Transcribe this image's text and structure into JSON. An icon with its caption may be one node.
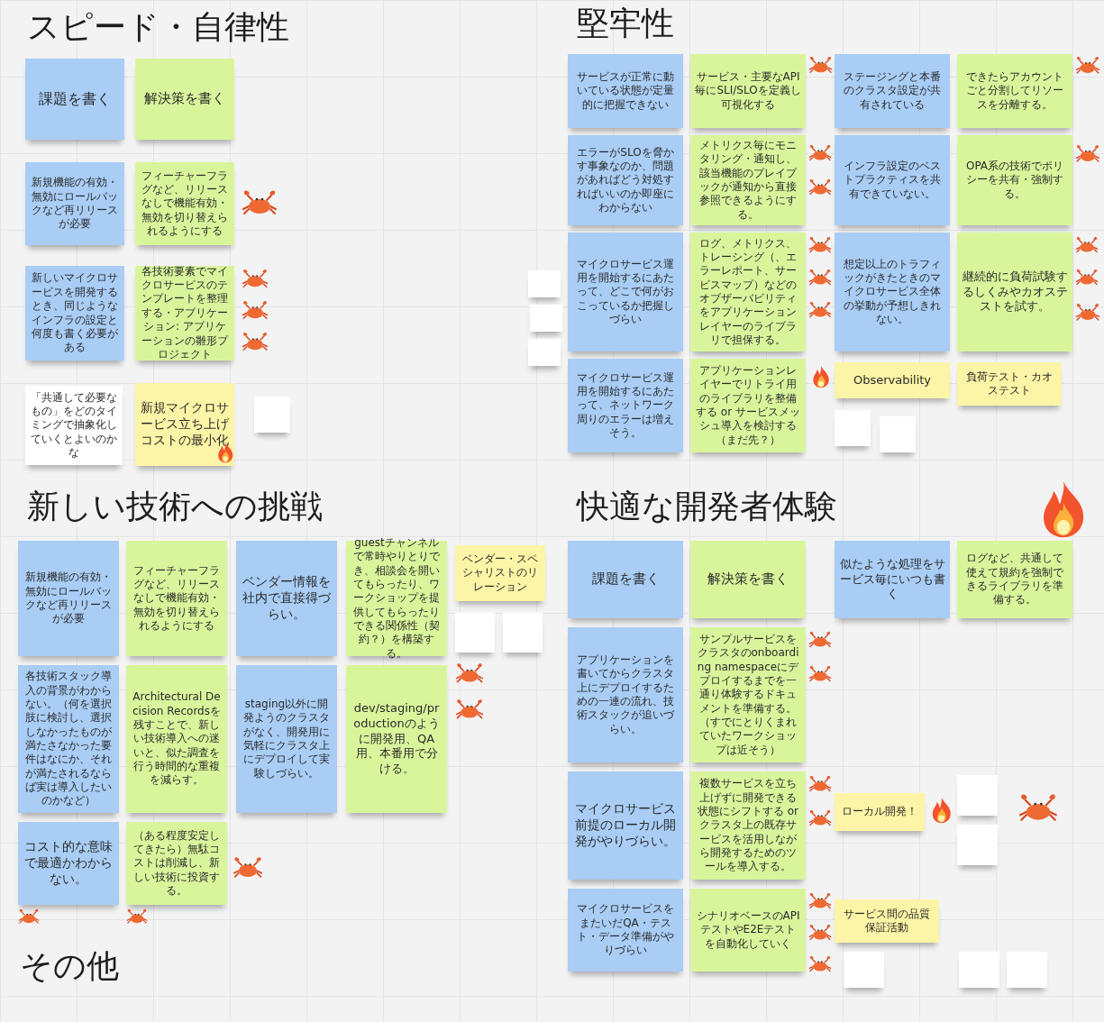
{
  "diagram": {
    "nodes": [
      {
        "text": [
          "課題を書く"
        ]
      },
      {
        "text": [
          "解決策を書く"
        ]
      },
      {
        "text": [
          "新規機能の有効・無効にロールバックなど再リリースが必要"
        ]
      },
      {
        "text": [
          "フィーチャーフラグなど、リリースなしで機能有効・無効を切り替えられるようにする"
        ]
      },
      {
        "text": [
          "新しいマイクロサービスを開発するとき、同じようなインフラの設定と何度も書く必要がある"
        ]
      },
      {
        "text": [
          "各技術要素でマイクロサービスのテンプレートを整理する・アプリケーション: アプリケーションの雛形プロジェクト"
        ]
      },
      {
        "text": [
          "新規マイクロサービス立ち上げコストの最小化"
        ]
      },
      {
        "text": [
          "「共通して必要なもの」をどのタイミングで抽象化していくとよいのかな"
        ]
      },
      {
        "text": [],
        "shape": "box"
      },
      {
        "text": [
          "サービスが正常に動いている状態が定量的に把握できない"
        ]
      },
      {
        "text": [
          "サービス・主要なAPI毎にSLI/SLOを定義し可視化する"
        ]
      },
      {
        "text": [
          "ステージングと本番のクラスタ設定が共有されている"
        ]
      },
      {
        "text": [
          "できたらアカウントごと分割してリソースを分離する。"
        ]
      },
      {
        "text": [
          "エラーがSLOを脅かす事象なのか、問題があればどう対処すればいいのか即座にわからない"
        ]
      },
      {
        "text": [
          "メトリクス毎にモニタリング・通知し、該当機能のプレイブックが通知から直接参照できるようにする。"
        ]
      },
      {
        "text": [
          "インフラ設定のベストプラクティスを共有できていない。"
        ]
      },
      {
        "text": [
          "OPA系の技術でポリシーを共有・強制する。"
        ]
      },
      {
        "text": [
          "マイクロサービス運用を開始するにあたって、どこで何がおこっているか把握しづらい"
        ]
      },
      {
        "text": [
          "ログ、メトリクス、トレーシング（、エラーレポート、サービスマップ）などのオブザーバビリティをアプリケーションレイヤーのライブラリで担保する。"
        ]
      },
      {
        "text": [
          "Observability"
        ]
      },
      {
        "text": [
          "マイクロサービス運用を開始するにあたって、ネットワーク周りのエラーは増えそう。"
        ]
      },
      {
        "text": [
          "アプリケーションレイヤーでリトライ用のライブラリを整備する or サービスメッシュ導入を検討する（まだ先？）"
        ]
      },
      {
        "text": [
          "想定以上のトラフィックがきたときのマイクロサービス全体の挙動が予想しきれない。"
        ]
      },
      {
        "text": [
          "継続的に負荷試験するしくみやカオステストを試す。"
        ]
      },
      {
        "text": [
          "負荷テスト・カオステスト"
        ]
      },
      {
        "text": [],
        "shape": "box"
      },
      {
        "text": [],
        "shape": "box"
      },
      {
        "text": [],
        "shape": "box"
      },
      {
        "text": [],
        "shape": "box"
      },
      {
        "text": [],
        "shape": "box"
      },
      {
        "text": [
          "新規機能の有効・無効にロールバックなど再リリースが必要"
        ]
      },
      {
        "text": [
          "フィーチャーフラグなど、リリースなしで機能有効・無効を切り替えられるようにする"
        ]
      },
      {
        "text": [
          "ベンダー情報を社内で直接得づらい。"
        ]
      },
      {
        "text": [
          "guestチャンネルで常時やりとりでき、相談会を開いてもらったり、ワークショップを提供してもらったりできる関係性（契約？）を構築する。"
        ]
      },
      {
        "text": [
          "ベンダー・スペシャリストのリレーション"
        ]
      },
      {
        "text": [],
        "shape": "box"
      },
      {
        "text": [],
        "shape": "box"
      },
      {
        "text": [
          "各技術スタック導入の背景がわからない。（何を選択肢に検討し、選択しなかったものが満たさなかった要件はなにか、それが満たされるならば実は導入したいのかなど）"
        ]
      },
      {
        "text": [
          "Architectural Decision Recordsを残すことで、新しい技術導入への迷いと、似た調査を行う時間的な重複を減らす。"
        ]
      },
      {
        "text": [
          "staging以外に開発ようのクラスタがなく、開発用に気軽にクラスタ上にデプロイして実験しづらい。"
        ]
      },
      {
        "text": [
          "dev/staging/productionのように開発用、QA用、本番用で分ける。"
        ]
      },
      {
        "text": [
          "コスト的な意味で最適かわからない。"
        ]
      },
      {
        "text": [
          "（ある程度安定してきたら）無駄コストは削減し、新しい技術に投資する。"
        ]
      },
      {
        "text": [
          "課題を書く"
        ]
      },
      {
        "text": [
          "解決策を書く"
        ]
      },
      {
        "text": [
          "似たような処理をサービス毎にいつも書く"
        ]
      },
      {
        "text": [
          "ログなど、共通して使えて規約を強制できるライブラリを準備する。"
        ]
      },
      {
        "text": [
          "アプリケーションを書いてからクラスタ上にデプロイするための一連の流れ、技術スタックが追いづらい。"
        ]
      },
      {
        "text": [
          "サンプルサービスをクラスタのonboarding namespaceにデプロイするまでを一通り体験するドキュメントを準備する。（すでにとりくまれていたワークショップは近そう）"
        ]
      },
      {
        "text": [
          "マイクロサービス前提のローカル開発がやりづらい。"
        ]
      },
      {
        "text": [
          "複数サービスを立ち上げずに開発できる状態にシフトする or クラスタ上の既存サービスを活用しながら開発するためのツールを導入する。"
        ]
      },
      {
        "text": [
          "ローカル開発！"
        ]
      },
      {
        "text": [],
        "shape": "box"
      },
      {
        "text": [],
        "shape": "box"
      },
      {
        "text": [
          "マイクロサービスをまたいだQA・テスト・データ準備がやりづらい"
        ]
      },
      {
        "text": [
          "シナリオベースのAPIテストやE2Eテストを自動化していく"
        ]
      },
      {
        "text": [
          "サービス間の品質保証活動"
        ]
      },
      {
        "text": [],
        "shape": "box"
      },
      {
        "text": [],
        "shape": "box"
      },
      {
        "text": [],
        "shape": "box"
      }
    ],
    "labels": [
      "スピード・自律性",
      "堅牢性",
      "新しい技術への挑戦",
      "快適な開発者体験",
      "その他"
    ]
  }
}
